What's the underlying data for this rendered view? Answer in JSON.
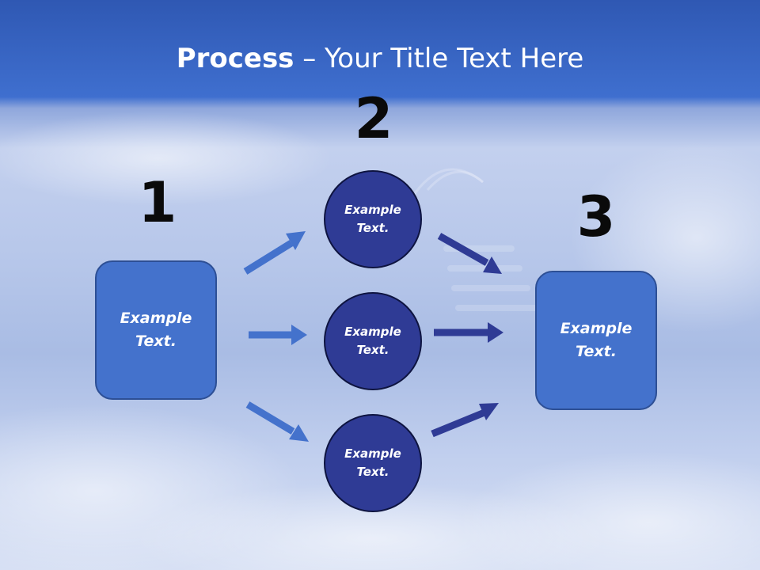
{
  "title": {
    "bold": "Process",
    "rest": " – Your Title Text Here"
  },
  "steps": [
    {
      "number": "1",
      "text_line1": "Example",
      "text_line2": "Text."
    },
    {
      "number": "2",
      "circles": [
        {
          "text_line1": "Example",
          "text_line2": "Text."
        },
        {
          "text_line1": "Example",
          "text_line2": "Text."
        },
        {
          "text_line1": "Example",
          "text_line2": "Text."
        }
      ]
    },
    {
      "number": "3",
      "text_line1": "Example",
      "text_line2": "Text."
    }
  ],
  "colors": {
    "box": "#4472cc",
    "circle": "#2f3b95",
    "arrow_light": "#4472cc",
    "arrow_dark": "#2f3b95",
    "header": "#2f58b3"
  }
}
